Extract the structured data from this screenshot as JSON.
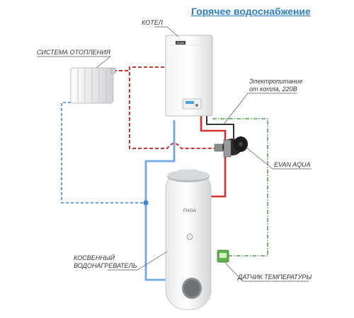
{
  "title": "Горячее водоснабжение",
  "labels": {
    "boiler": "КОТЕЛ",
    "heating_system": "СИСТЕМА ОТОПЛЕНИЯ",
    "power_line1": "Электропитание",
    "power_line2": "от котла, 220В",
    "pump": "EVAN AQUA",
    "water_heater_line1": "КОСВЕННЫЙ",
    "water_heater_line2": "ВОДОНАГРЕВАТЕЛЬ",
    "sensor": "ДАТЧИК ТЕМПЕРАТУРЫ"
  },
  "boiler_brand": "EVAN",
  "tank_brand": "FIXGA",
  "colors": {
    "hot_supply": "#d9302c",
    "cold_return": "#3a82d8",
    "power_wire": "#1a1a1a",
    "sensor_wire": "#3a8a3a",
    "title": "#2a7fc6"
  }
}
